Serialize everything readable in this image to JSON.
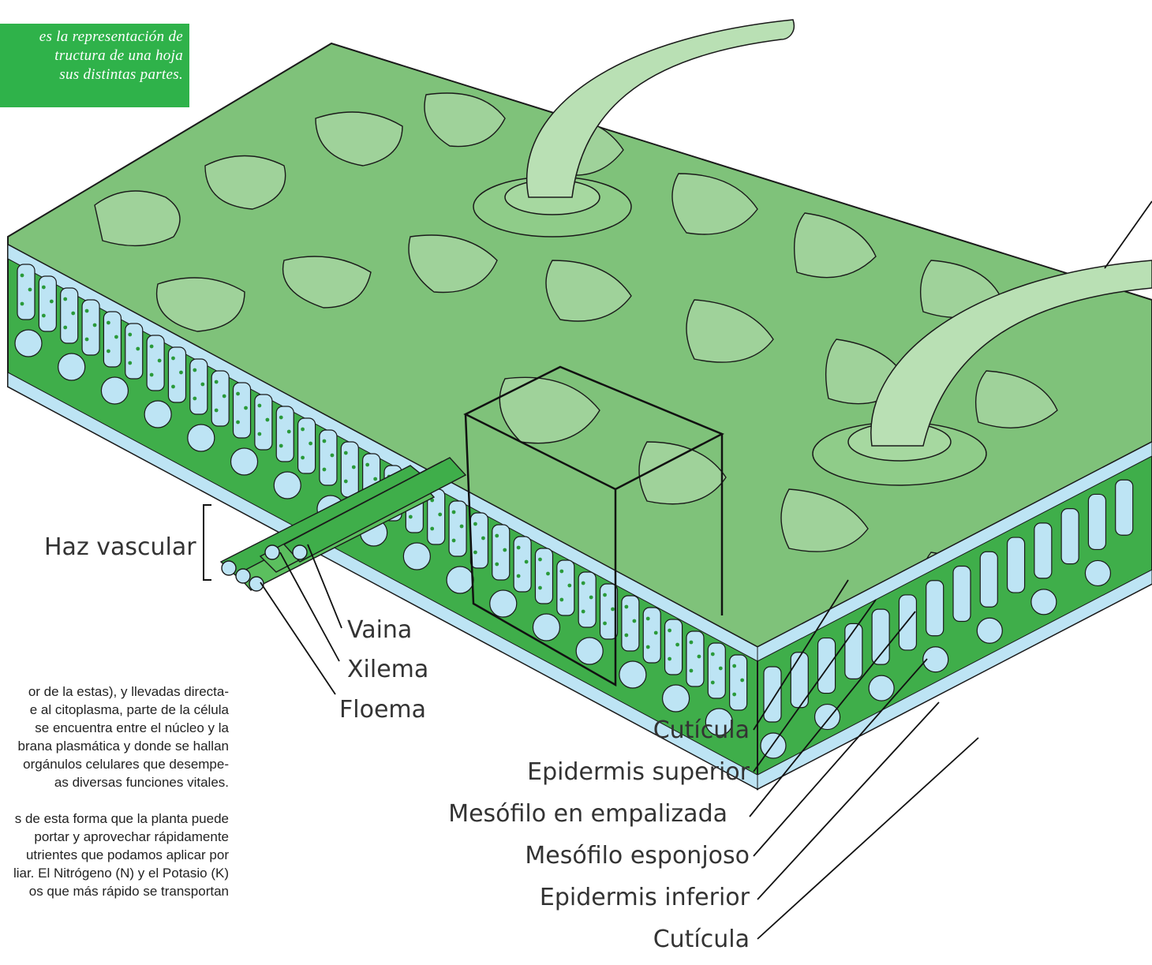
{
  "caption": {
    "lines": [
      "es la representación de",
      "tructura de una hoja",
      "sus distintas partes."
    ]
  },
  "labels": {
    "haz_vascular": "Haz vascular",
    "vaina": "Vaina",
    "xilema": "Xilema",
    "floema": "Floema",
    "cuticula_top": "Cutícula",
    "epidermis_superior": "Epidermis superior",
    "mesofilo_empalizada": "Mesófilo en empalizada",
    "mesofilo_esponjoso": "Mesófilo esponjoso",
    "epidermis_inferior": "Epidermis inferior",
    "cuticula_bottom": "Cutícula"
  },
  "body_text": {
    "p1": [
      "or de la estas), y llevadas directa-",
      "e al citoplasma, parte de la célula",
      "se encuentra entre el núcleo y la",
      "brana plasmática y donde se hallan",
      "orgánulos celulares que desempe-",
      "as diversas funciones vitales."
    ],
    "p2": [
      "s de esta forma que la planta puede",
      "portar y aprovechar rápidamente",
      "utrientes que podamos aplicar por",
      "liar. El Nitrógeno (N) y el Potasio (K)",
      "os que más rápido se transportan"
    ]
  },
  "colors": {
    "caption_bg": "#2fb24a",
    "leaf_top": "#7fc27a",
    "leaf_cell_light": "#9fd29a",
    "palisade": "#bde4f4",
    "mesophyll": "#3fae4a",
    "hair": "#b9e0b4",
    "outline": "#1a1a1a"
  }
}
